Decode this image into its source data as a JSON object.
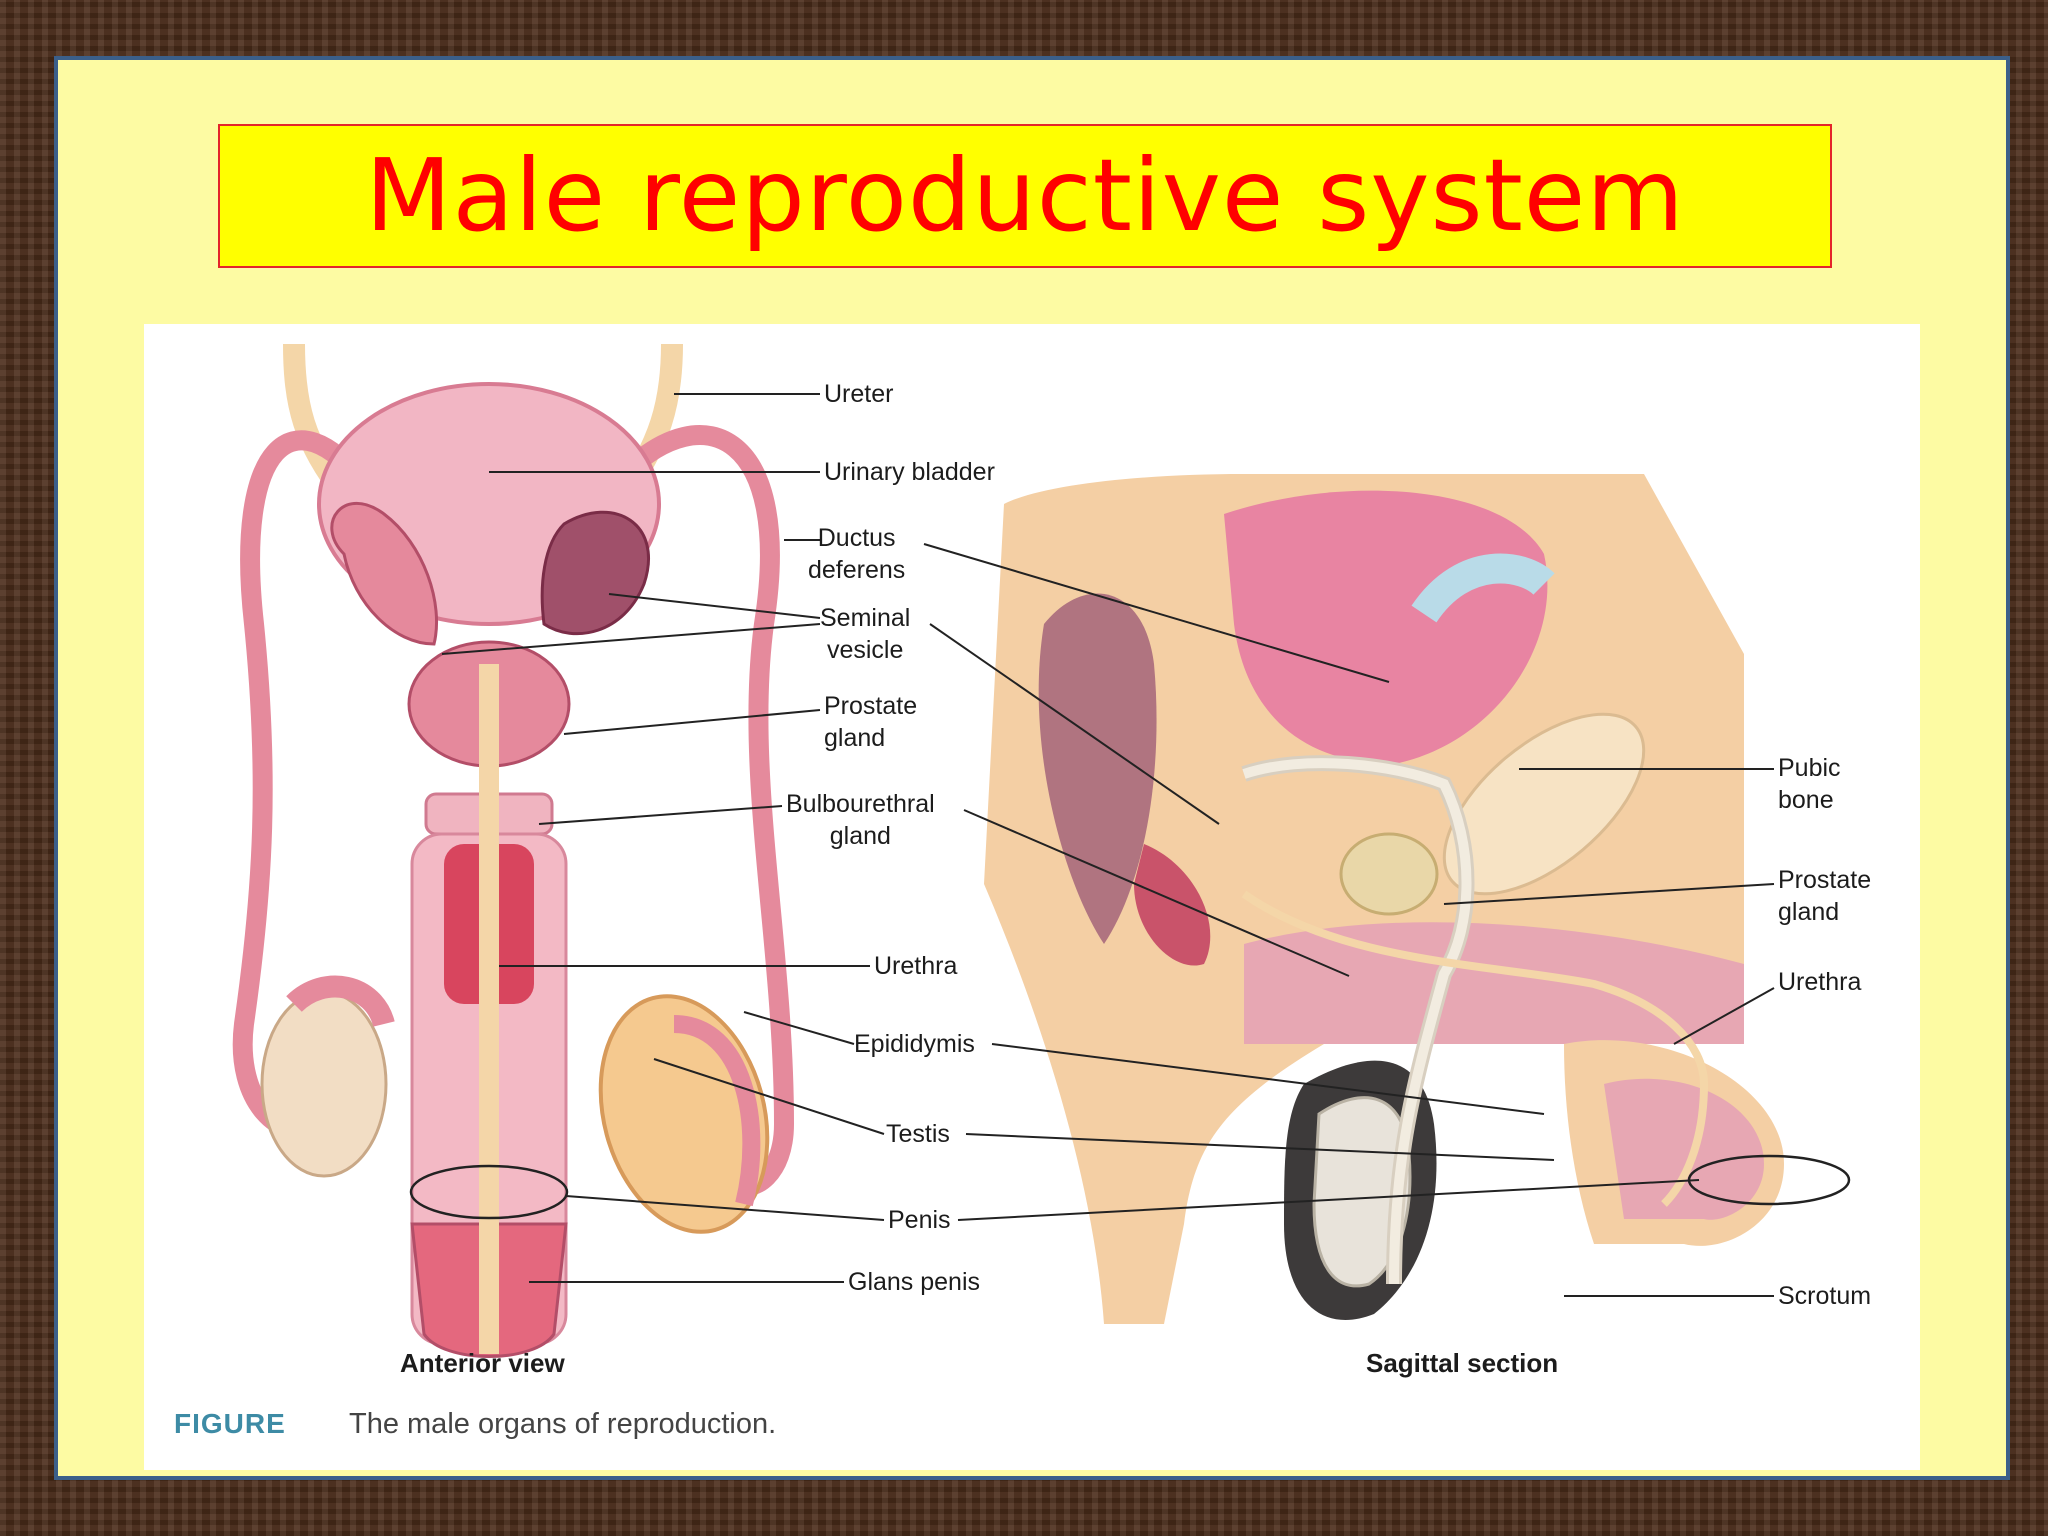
{
  "title": "Male reproductive system",
  "labels": {
    "ureter": "Ureter",
    "urinary_bladder": "Urinary bladder",
    "ductus_deferens": "Ductus\ndeferens",
    "seminal_vesicle": "Seminal\nvesicle",
    "prostate_gland_left": "Prostate\ngland",
    "bulbourethral_gland": "Bulbourethral\ngland",
    "urethra_left": "Urethra",
    "epididymis": "Epididymis",
    "testis": "Testis",
    "penis": "Penis",
    "glans_penis": "Glans penis",
    "pubic_bone": "Pubic\nbone",
    "prostate_gland_right": "Prostate\ngland",
    "urethra_right": "Urethra",
    "scrotum": "Scrotum"
  },
  "captions": {
    "anterior_view": "Anterior view",
    "sagittal_section": "Sagittal section",
    "figure_tag": "FIGURE",
    "figure_text": "The male organs of reproduction."
  },
  "colors": {
    "slide_bg": "#fdfba3",
    "title_bg": "#ffff00",
    "title_text": "#ff0000",
    "frame": "#4b2c1a",
    "tissue_pink": "#e99aa8",
    "tissue_dark": "#c9546a",
    "skin": "#f3c69a"
  }
}
